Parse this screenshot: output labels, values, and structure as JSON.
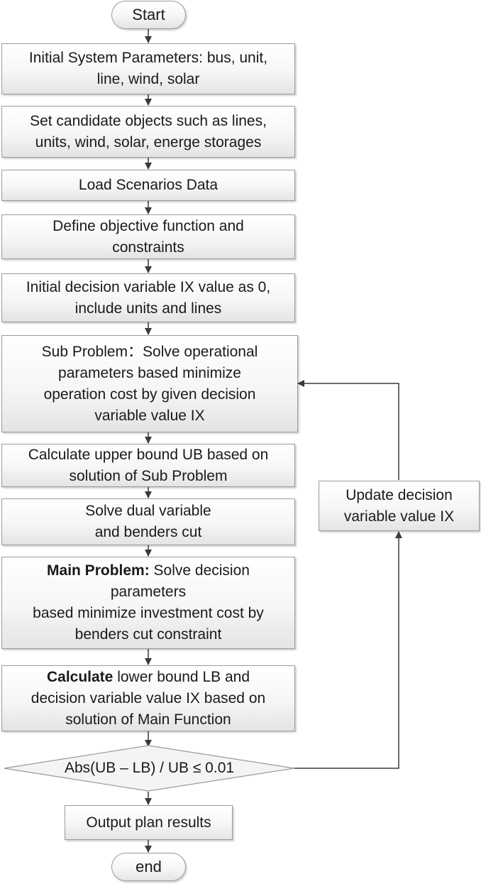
{
  "flowchart": {
    "start": "Start",
    "init_params": {
      "line1": "Initial System Parameters: bus, unit,",
      "line2": "line, wind, solar"
    },
    "candidates": {
      "line1": "Set candidate objects such as lines,",
      "line2": "units, wind, solar, energe storages"
    },
    "load_scenarios": "Load Scenarios Data",
    "define_objective": {
      "line1": "Define objective function and",
      "line2": "constraints"
    },
    "init_decision": {
      "line1": "Initial decision variable IX value as 0,",
      "line2": "include units and lines"
    },
    "sub_problem": {
      "line1": "Sub Problem：Solve operational",
      "line2": "parameters based minimize",
      "line3": "operation cost by given decision",
      "line4": "variable value IX"
    },
    "upper_bound": {
      "line1": "Calculate  upper bound UB based on",
      "line2": "solution of Sub Problem"
    },
    "dual_variable": {
      "line1": "Solve dual variable",
      "line2": "and benders cut"
    },
    "main_problem": {
      "bold": "Main Problem:",
      "line1_rest": " Solve decision",
      "line2": "parameters",
      "line3": "based minimize investment cost by",
      "line4": "benders cut constraint"
    },
    "lower_bound": {
      "bold": "Calculate",
      "line1_rest": " lower bound LB and",
      "line2": "decision variable value IX based on",
      "line3": "solution of Main Function"
    },
    "decision": "Abs(UB  –  LB) / UB ≤ 0.01",
    "update": {
      "line1": "Update decision",
      "line2": "variable value IX"
    },
    "output": "Output plan results",
    "end": "end"
  }
}
